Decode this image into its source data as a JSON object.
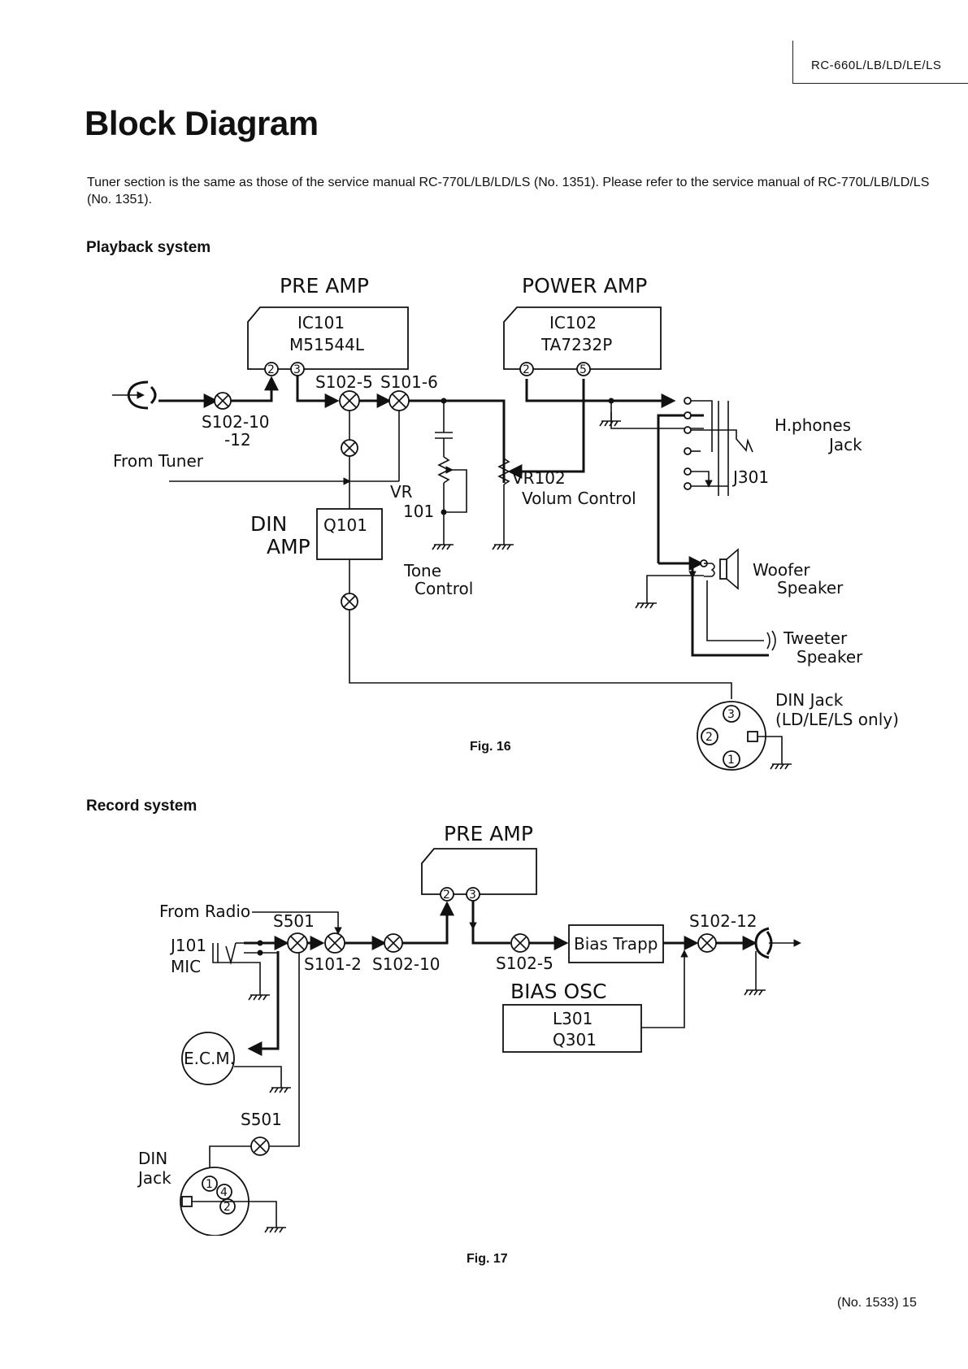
{
  "header": {
    "model": "RC-660L/LB/LD/LE/LS",
    "title": "Block Diagram",
    "intro": "Tuner section is the same as those of the service manual RC-770L/LB/LD/LS (No. 1351). Please refer to the service manual of RC-770L/LB/LD/LS (No. 1351)."
  },
  "playback": {
    "heading": "Playback system",
    "pre_amp_title": "PRE AMP",
    "pre_amp_ic": "IC101",
    "pre_amp_part": "M51544L",
    "power_amp_title": "POWER AMP",
    "power_amp_ic": "IC102",
    "power_amp_part": "TA7232P",
    "pin_2": "2",
    "pin_3": "3",
    "pin_5": "5",
    "pin_1": "1",
    "sw_s102_5": "S102-5",
    "sw_s101_6": "S101-6",
    "sw_s102_10": "S102-10",
    "sw_s102_12": "-12",
    "from_tuner": "From Tuner",
    "din_amp_line1": "DIN",
    "din_amp_line2": "AMP",
    "din_amp_part": "Q101",
    "vr101_line1": "VR",
    "vr101_line2": "101",
    "tone_line1": "Tone",
    "tone_line2": "Control",
    "vr102": "VR102",
    "volume": "Volum Control",
    "hphones_line1": "H.phones",
    "hphones_line2": "Jack",
    "j301": "J301",
    "woofer_line1": "Woofer",
    "woofer_line2": "Speaker",
    "tweeter_line1": "Tweeter",
    "tweeter_line2": "Speaker",
    "din_jack_line1": "DIN Jack",
    "din_jack_line2": "(LD/LE/LS only)",
    "figure": "Fig. 16"
  },
  "record": {
    "heading": "Record system",
    "pre_amp_title": "PRE AMP",
    "pin_2": "2",
    "pin_3": "3",
    "pin_1": "1",
    "pin_4": "4",
    "from_radio": "From Radio",
    "s501": "S501",
    "j101": "J101",
    "mic": "MIC",
    "s101_2": "S101-2",
    "s102_10": "S102-10",
    "s102_5": "S102-5",
    "bias_trapp": "Bias Trapp",
    "s102_12": "S102-12",
    "bias_osc": "BIAS OSC",
    "l301": "L301",
    "q301": "Q301",
    "ecm": "E.C.M.",
    "s501_lower": "S501",
    "din_line1": "DIN",
    "din_line2": "Jack",
    "figure": "Fig. 17"
  },
  "footer": {
    "page": "(No. 1533) 15"
  }
}
